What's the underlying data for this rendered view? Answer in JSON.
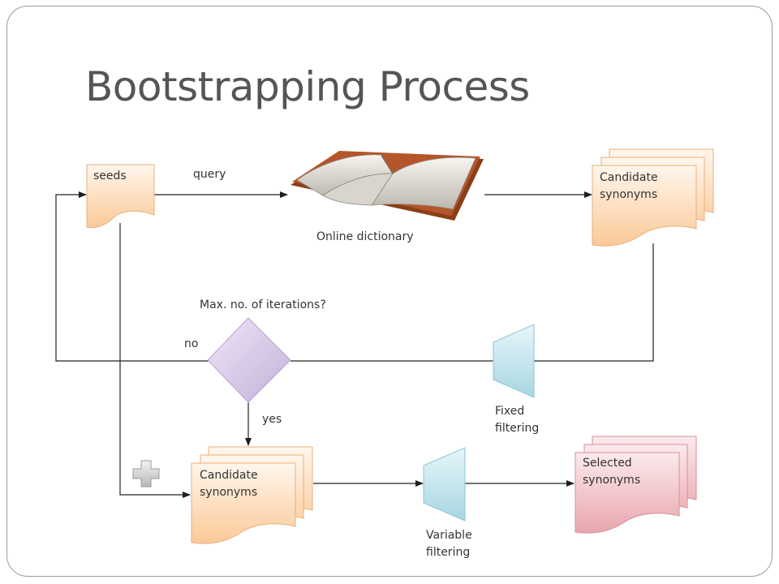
{
  "slide": {
    "title": "Bootstrapping Process"
  },
  "nodes": {
    "seeds": "seeds",
    "query": "query",
    "online_dictionary": "Online dictionary",
    "candidate_top": [
      "Candidate",
      "synonyms"
    ],
    "decision": "Max. no. of iterations?",
    "no": "no",
    "yes": "yes",
    "fixed_filtering": [
      "Fixed",
      "filtering"
    ],
    "candidate_bottom": [
      "Candidate",
      "synonyms"
    ],
    "variable_filtering": [
      "Variable",
      "filtering"
    ],
    "selected_synonyms": [
      "Selected",
      "synonyms"
    ]
  },
  "colors": {
    "doc_orange": "#fbd2a8",
    "doc_pink": "#eab0b5",
    "diamond": "#d4c4e4",
    "funnel": "#c6e6ee"
  }
}
